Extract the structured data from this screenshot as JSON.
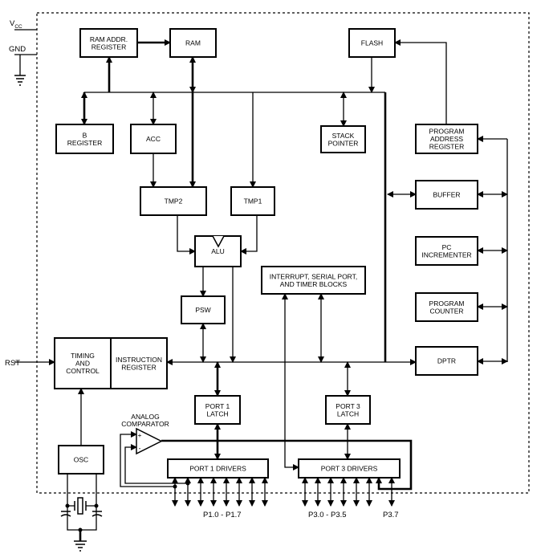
{
  "diagram": {
    "title": "Microcontroller Block Diagram",
    "external_labels": {
      "vcc": "V",
      "vcc_sub": "CC",
      "gnd": "GND",
      "rst": "RST",
      "port1_pins": "P1.0 - P1.7",
      "port3_pins": "P3.0 - P3.5",
      "p37": "P3.7",
      "comparator": [
        "ANALOG",
        "COMPARATOR"
      ]
    },
    "blocks": [
      {
        "id": "ram-addr-register",
        "lines": [
          "RAM ADDR.",
          "REGISTER"
        ]
      },
      {
        "id": "ram",
        "lines": [
          "RAM"
        ]
      },
      {
        "id": "flash",
        "lines": [
          "FLASH"
        ]
      },
      {
        "id": "b-register",
        "lines": [
          "B",
          "REGISTER"
        ]
      },
      {
        "id": "acc",
        "lines": [
          "ACC"
        ]
      },
      {
        "id": "stack-pointer",
        "lines": [
          "STACK",
          "POINTER"
        ]
      },
      {
        "id": "program-address-register",
        "lines": [
          "PROGRAM",
          "ADDRESS",
          "REGISTER"
        ]
      },
      {
        "id": "tmp2",
        "lines": [
          "TMP2"
        ]
      },
      {
        "id": "tmp1",
        "lines": [
          "TMP1"
        ]
      },
      {
        "id": "buffer",
        "lines": [
          "BUFFER"
        ]
      },
      {
        "id": "alu",
        "lines": [
          "ALU"
        ]
      },
      {
        "id": "pc-incrementer",
        "lines": [
          "PC",
          "INCREMENTER"
        ]
      },
      {
        "id": "interrupt-serial-timer",
        "lines": [
          "INTERRUPT, SERIAL PORT,",
          "AND TIMER BLOCKS"
        ]
      },
      {
        "id": "psw",
        "lines": [
          "PSW"
        ]
      },
      {
        "id": "program-counter",
        "lines": [
          "PROGRAM",
          "COUNTER"
        ]
      },
      {
        "id": "timing-and-control",
        "lines": [
          "TIMING",
          "AND",
          "CONTROL"
        ]
      },
      {
        "id": "instruction-register",
        "lines": [
          "INSTRUCTION",
          "REGISTER"
        ]
      },
      {
        "id": "dptr",
        "lines": [
          "DPTR"
        ]
      },
      {
        "id": "port1-latch",
        "lines": [
          "PORT 1",
          "LATCH"
        ]
      },
      {
        "id": "port3-latch",
        "lines": [
          "PORT 3",
          "LATCH"
        ]
      },
      {
        "id": "osc",
        "lines": [
          "OSC"
        ]
      },
      {
        "id": "port1-drivers",
        "lines": [
          "PORT 1 DRIVERS"
        ]
      },
      {
        "id": "port3-drivers",
        "lines": [
          "PORT 3 DRIVERS"
        ]
      }
    ],
    "comparator_inputs": [
      "+",
      "-"
    ]
  }
}
